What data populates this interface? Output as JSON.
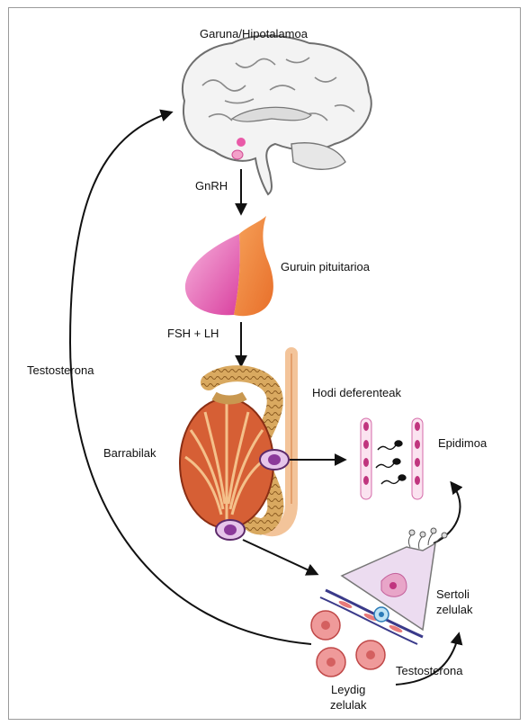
{
  "labels": {
    "brain": "Garuna/Hipotalamoa",
    "gnrh": "GnRH",
    "pituitary": "Guruin pituitarioa",
    "fsh_lh": "FSH + LH",
    "testosterone_left": "Testosterona",
    "vas_deferens": "Hodi deferenteak",
    "testes": "Barrabilak",
    "epididymis": "Epidimoa",
    "sertoli_line1": "Sertoli",
    "sertoli_line2": "zelulak",
    "testosterone_bottom": "Testosterona",
    "leydig_line1": "Leydig",
    "leydig_line2": "zelulak"
  },
  "colors": {
    "brain_fill": "#f2f2f2",
    "brain_outline": "#6f6f6f",
    "pituitary_pink": "#e860b8",
    "pituitary_orange": "#f08a3c",
    "testis_fill": "#d9643a",
    "epididymis_fill": "#c89a4a",
    "cell_purple": "#8b3a9a",
    "leydig_pink": "#e98a8a",
    "sertoli_fill": "#ecdcf0",
    "arrow": "#111111"
  }
}
